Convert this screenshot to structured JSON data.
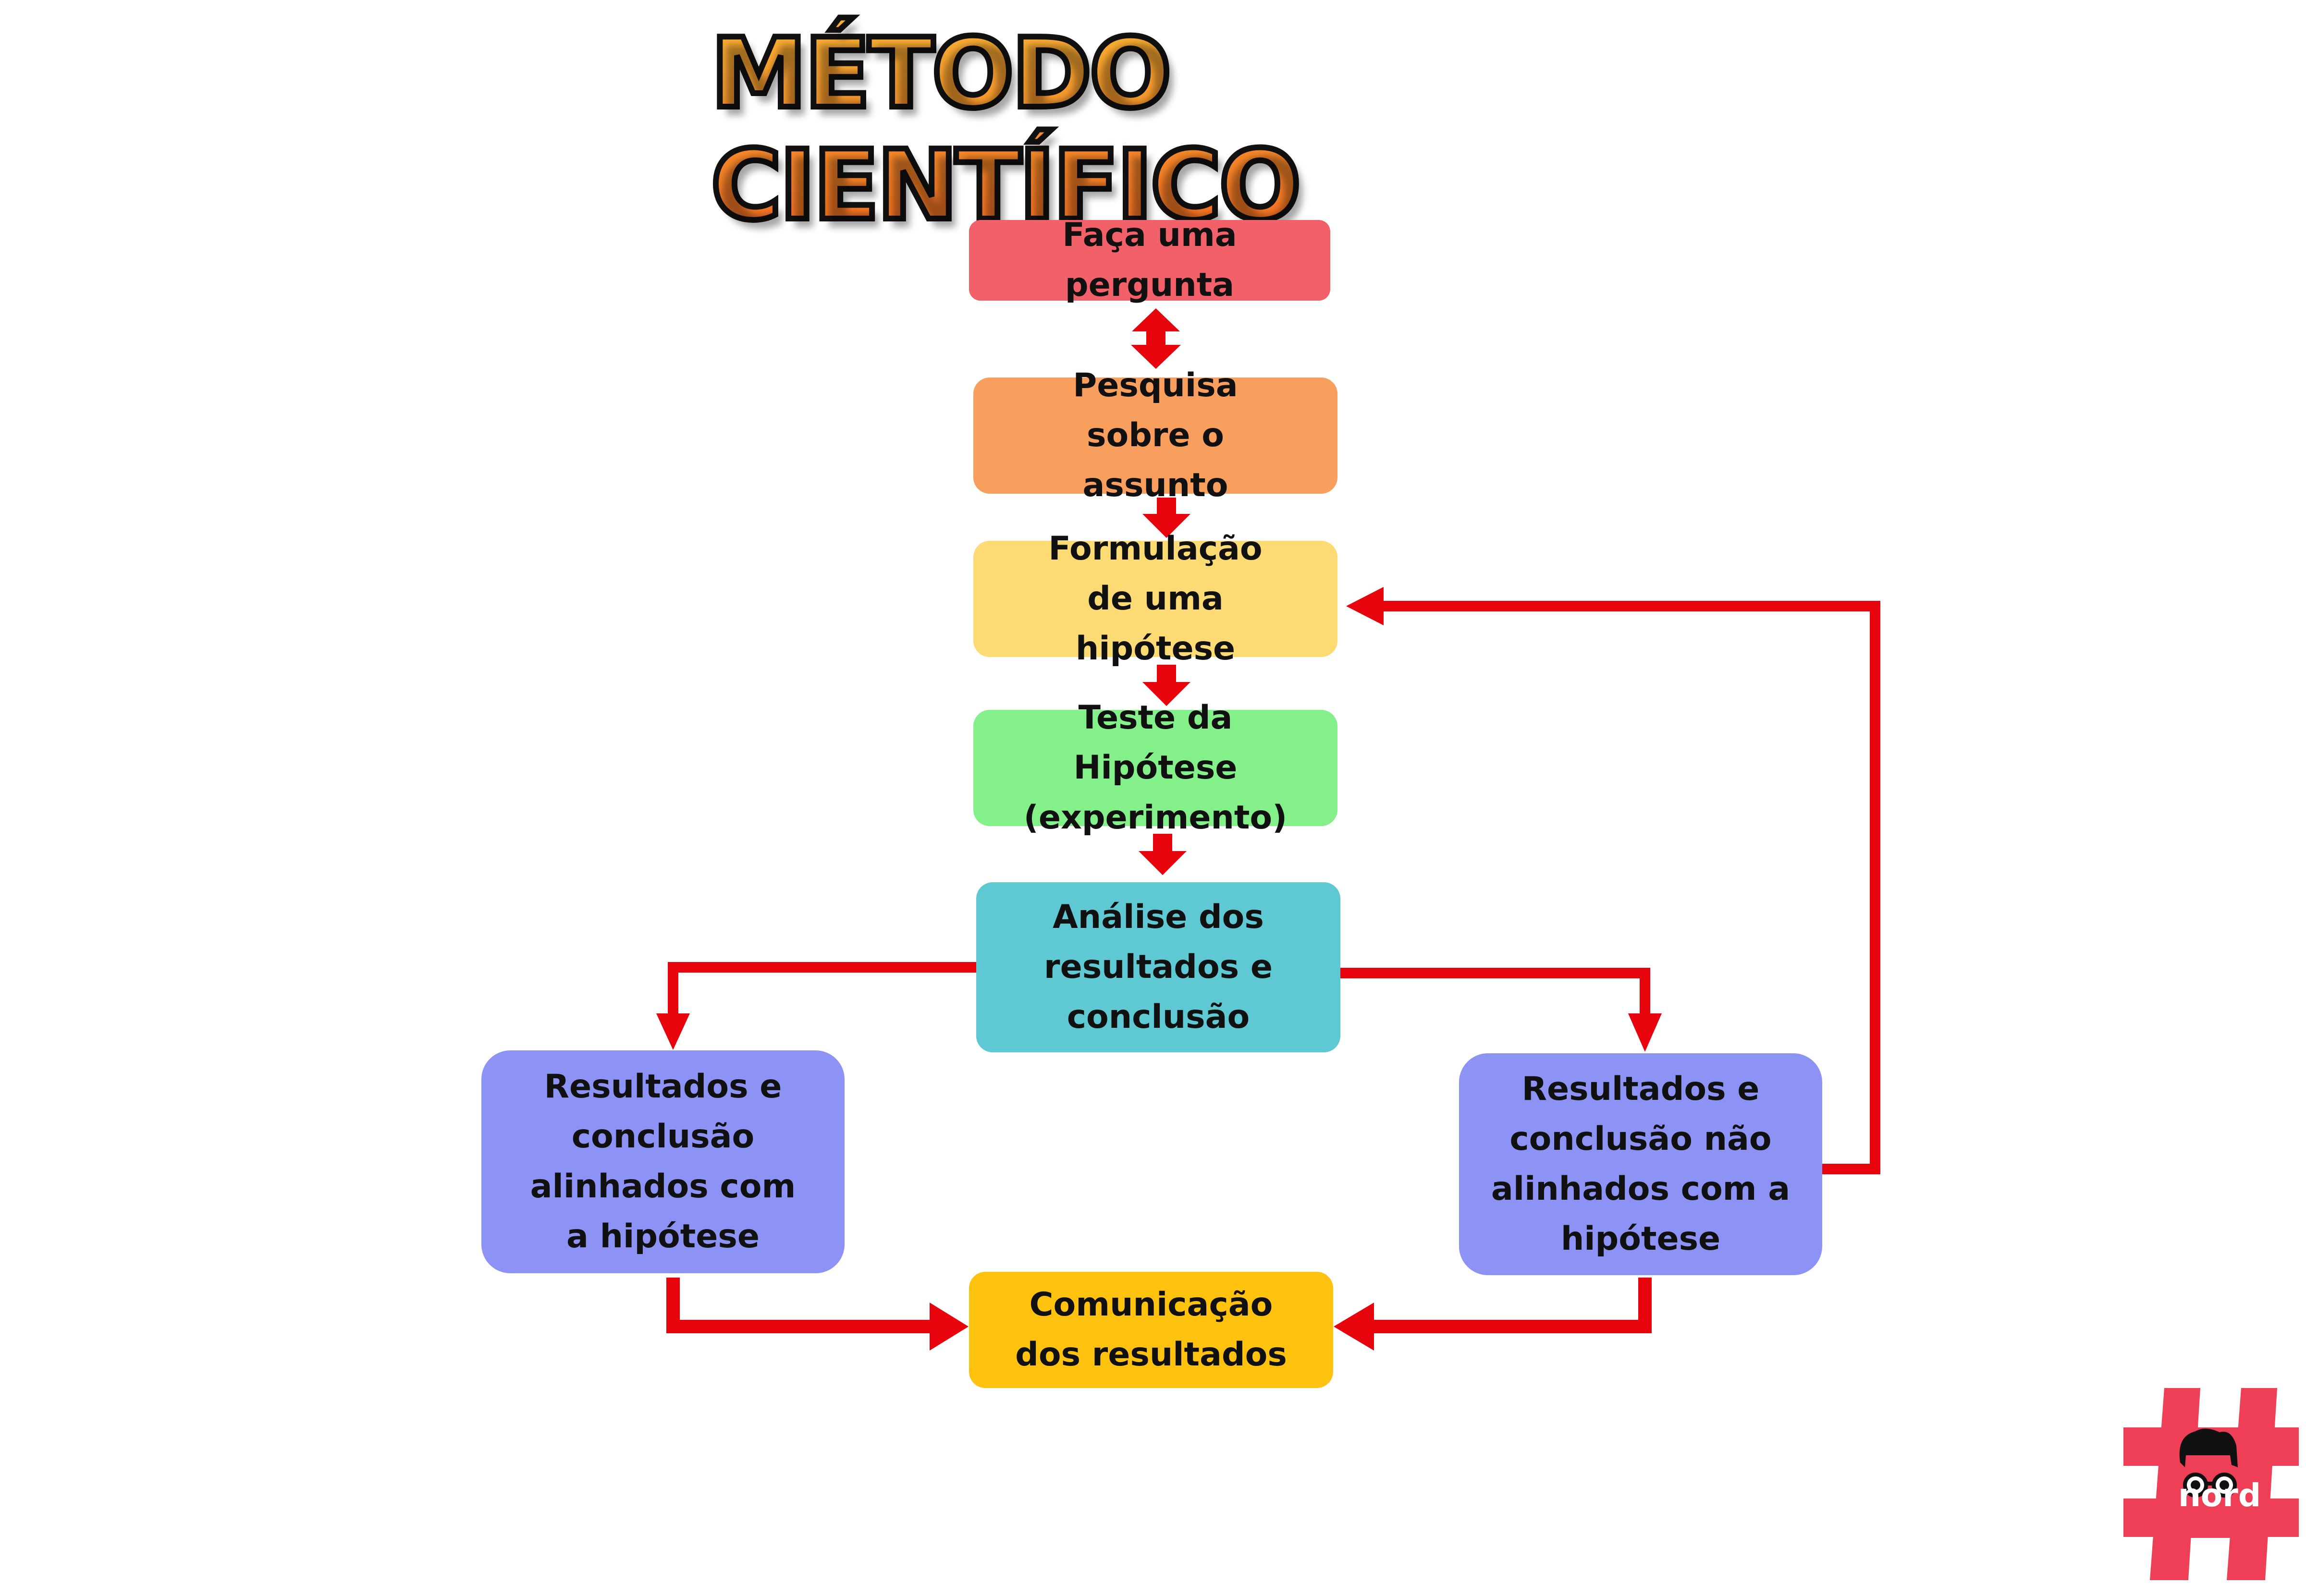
{
  "title": "MÉTODO CIENTÍFICO",
  "colors": {
    "arrow": "#E8040C",
    "step_question": "#F2606A",
    "step_research": "#F99F5E",
    "step_hypothesis": "#FDDB74",
    "step_test": "#84F08A",
    "step_analysis": "#5FC9D3",
    "step_outcome": "#8C93F4",
    "step_communication": "#FFC20E",
    "logo": "#EE3F56"
  },
  "steps": {
    "question": "Faça uma pergunta",
    "research": "Pesquisa sobre o assunto",
    "hypothesis": "Formulação de uma hipótese",
    "test": "Teste da Hipótese (experimento)",
    "analysis": "Análise dos resultados e conclusão",
    "aligned": "Resultados e conclusão alinhados com a hipótese",
    "not_aligned": "Resultados e conclusão não alinhados com a hipótese",
    "communication": "Comunicação dos resultados"
  },
  "edges": [
    {
      "from": "question",
      "to": "research",
      "type": "bidirectional"
    },
    {
      "from": "research",
      "to": "hypothesis"
    },
    {
      "from": "hypothesis",
      "to": "test"
    },
    {
      "from": "test",
      "to": "analysis"
    },
    {
      "from": "analysis",
      "to": "aligned"
    },
    {
      "from": "analysis",
      "to": "not_aligned"
    },
    {
      "from": "not_aligned",
      "to": "hypothesis"
    },
    {
      "from": "aligned",
      "to": "communication"
    },
    {
      "from": "not_aligned",
      "to": "communication"
    }
  ],
  "logo": {
    "symbol": "#",
    "text": "nord"
  }
}
